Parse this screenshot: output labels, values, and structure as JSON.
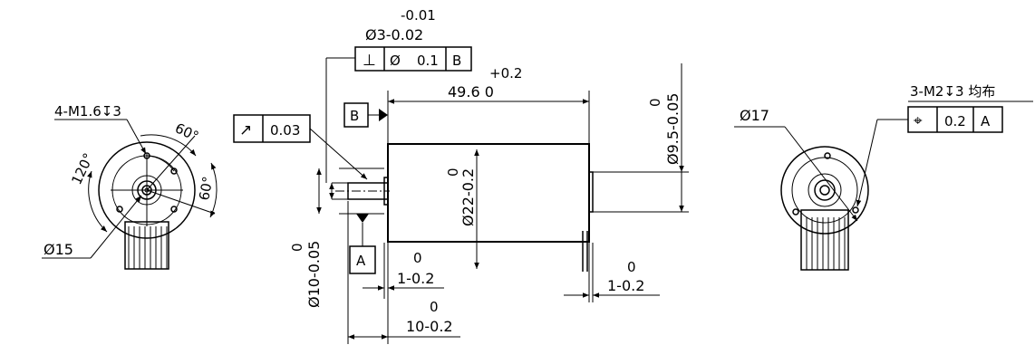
{
  "left_view": {
    "holes_callout": "4-M1.6↧3",
    "angle_60_top": "60°",
    "angle_120": "120°",
    "angle_60_right": "60°",
    "dia_15": "Ø15"
  },
  "side_view": {
    "shaft_dia_top_tol": "-0.01",
    "shaft_dia": "Ø3-0.02",
    "perp_symbol": "⊥",
    "perp_dia_symbol": "Ø",
    "perp_value": "0.1",
    "perp_datum": "B",
    "datum_b": "B",
    "runout_symbol": "↗",
    "runout_value": "0.03",
    "length_tol_top": "+0.2",
    "length_value": "49.6 0",
    "body_dia_0": "0",
    "body_dia": "Ø22-0.2",
    "right_shaft_0": "0",
    "right_shaft_dia": "Ø9.5-0.05",
    "left_boss_0": "0",
    "left_boss_dia": "Ø10-0.05",
    "datum_a": "A",
    "boss_len_0": "0",
    "boss_len": "1-0.2",
    "shaft_len_0": "0",
    "shaft_len": "10-0.2",
    "rear_boss_0": "0",
    "rear_boss_len": "1-0.2"
  },
  "right_view": {
    "dia_17": "Ø17",
    "holes_callout": "3-M2↧3 均布",
    "pos_symbol": "⌖",
    "pos_value": "0.2",
    "pos_datum": "A"
  }
}
